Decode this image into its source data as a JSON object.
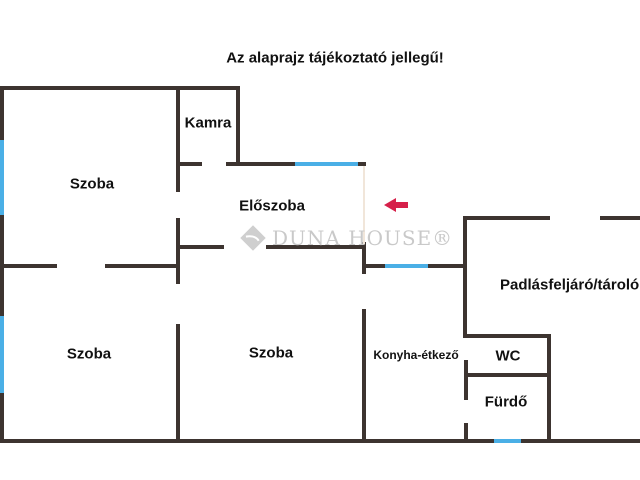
{
  "note": "Az alaprajz tájékoztató jellegű!",
  "watermark": "DUNA HOUSE®",
  "rooms": {
    "szoba_top": "Szoba",
    "kamra": "Kamra",
    "eloszoba": "Előszoba",
    "szoba_bottom_left": "Szoba",
    "szoba_bottom_center": "Szoba",
    "konyha": "Konyha-étkező",
    "padlas": "Padlásfeljáró/tároló",
    "wc": "WC",
    "furdo": "Fürdő"
  },
  "colors": {
    "wall": "#3d3430",
    "window": "#4aafe6",
    "arrow": "#d6204a",
    "watermark": "#c9c9c9"
  },
  "icons": {
    "entrance": "arrow-left-icon",
    "logo": "duna-house-logo"
  }
}
